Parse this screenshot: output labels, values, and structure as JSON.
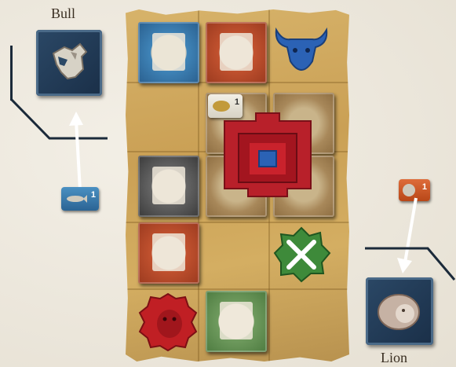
{
  "labels": {
    "bull": "Bull",
    "lion": "Lion"
  },
  "tokens": {
    "left_token_number": "1",
    "right_token_number": "1",
    "board_token_number": "1"
  },
  "colors": {
    "board": "#cfa65c",
    "blue_pieces": "#2b62b5",
    "red_temple": "#b8202a",
    "green_piece": "#3e8a3a",
    "red_lion": "#c01f24",
    "arrow": "#ffffff",
    "dark_tile": "#223a56",
    "left_token": "#3c7fb0",
    "right_token": "#cf5a2a"
  },
  "icons": {
    "bull_tile": "bull-head-icon",
    "lion_tile": "lion-head-icon",
    "blue_bull_piece": "bull-head-icon",
    "red_lion_piece": "lion-head-icon",
    "green_piece_marker": "x-mark-icon"
  }
}
